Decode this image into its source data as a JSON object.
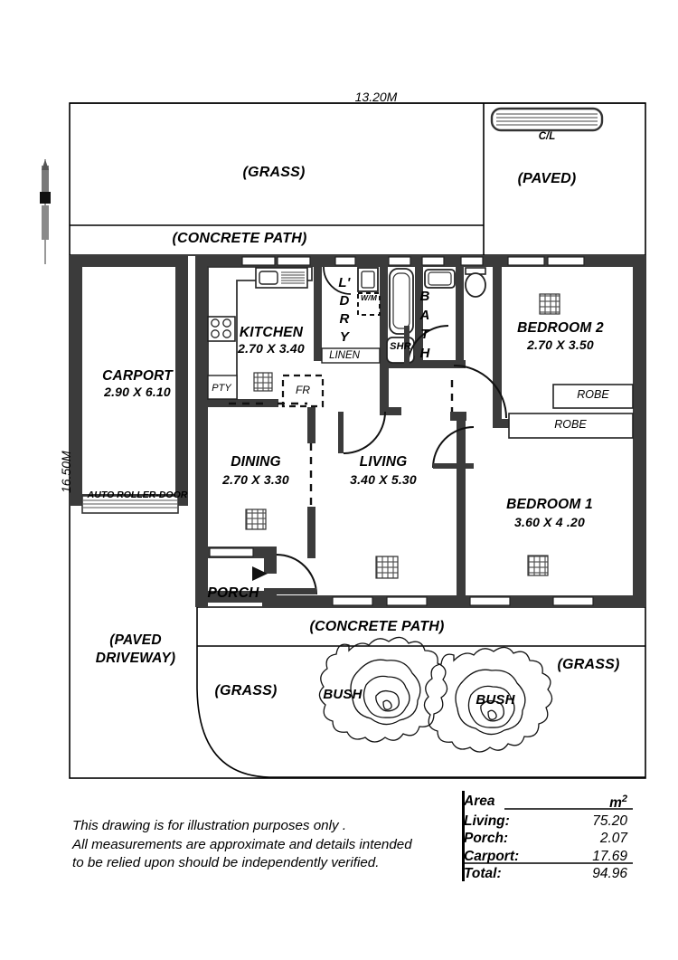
{
  "plan": {
    "dimensions": {
      "top": "13.20M",
      "left": "16.50M"
    },
    "outdoor": {
      "grass_top": "(GRASS)",
      "paved_top_right": "(PAVED)",
      "clothes_line": "C/L",
      "concrete_path_top": "(CONCRETE PATH)",
      "concrete_path_bottom": "(CONCRETE PATH)",
      "paved_driveway": "(PAVED\nDRIVEWAY)",
      "paved_driveway_l1": "(PAVED",
      "paved_driveway_l2": "DRIVEWAY)",
      "grass_bottom_left": "(GRASS)",
      "grass_bottom_right": "(GRASS)",
      "bush_left": "BUSH",
      "bush_right": "BUSH"
    },
    "rooms": [
      {
        "name": "CARPORT",
        "dim": "2.90 X 6.10"
      },
      {
        "name": "KITCHEN",
        "dim": "2.70 X 3.40"
      },
      {
        "name": "DINING",
        "dim": "2.70 X 3.30"
      },
      {
        "name": "LIVING",
        "dim": "3.40 X 5.30"
      },
      {
        "name": "BEDROOM 2",
        "dim": "2.70 X 3.50"
      },
      {
        "name": "BEDROOM 1",
        "dim": "3.60 X 4 .20"
      },
      {
        "name": "PORCH",
        "dim": ""
      }
    ],
    "fixtures": {
      "laundry": "L'\nD\nR\nY",
      "laundry_l1": "L'",
      "laundry_l2": "D",
      "laundry_l3": "R",
      "laundry_l4": "Y",
      "washing_machine": "W/M",
      "bath": "B\nA\nT\nH",
      "bath_l1": "B",
      "bath_l2": "A",
      "bath_l3": "T",
      "bath_l4": "H",
      "shower": "SHR",
      "linen": "LINEN",
      "pantry": "PTY",
      "fridge": "FR",
      "robe_upper": "ROBE",
      "robe_lower": "ROBE",
      "auto_roller_door": "AUTO ROLLER-DOOR"
    }
  },
  "area_table": {
    "header_label": "Area",
    "header_unit_base": "m",
    "header_unit_exp": "2",
    "rows": [
      {
        "label": "Living:",
        "value": "75.20"
      },
      {
        "label": "Porch:",
        "value": "2.07"
      },
      {
        "label": "Carport:",
        "value": "17.69"
      }
    ],
    "total": {
      "label": "Total:",
      "value": "94.96"
    }
  },
  "disclaimer": {
    "line1": "This drawing is for illustration purposes only .",
    "line2": "All measurements are approximate and details intended",
    "line3": "to be relied upon should be independently verified."
  },
  "colors": {
    "wall": "#3b3b3b",
    "line": "#000000",
    "background": "#ffffff"
  }
}
